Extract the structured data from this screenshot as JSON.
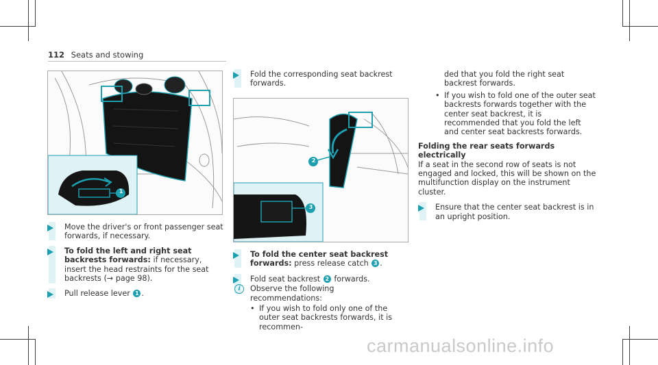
{
  "header": {
    "page_number": "112",
    "title": "Seats and stowing"
  },
  "watermark": "carmanualsonline.info",
  "figures": {
    "fig1_callouts": [
      "1"
    ],
    "fig2_callouts": [
      "2",
      "3"
    ]
  },
  "column1": {
    "step1": "Move the driver's or front passenger seat forwards, if necessary.",
    "step2_bold": "To fold the left and right seat backrests forwards:",
    "step2_text": " if necessary, insert the head restraints for the seat backrests",
    "step2_ref": "(→ page 98).",
    "step3_text": "Pull release lever ",
    "step3_badge": "1",
    "step3_end": "."
  },
  "column2": {
    "step1": "Fold the corresponding seat backrest forwards.",
    "step2_bold": "To fold the center seat backrest forwards:",
    "step2_text": " press release catch ",
    "step2_badge": "3",
    "step2_end": ".",
    "step3_text": "Fold seat backrest ",
    "step3_badge": "2",
    "step3_end": " forwards.",
    "note_icon": "i",
    "note_text": "Observe the following recommendations:",
    "bullet1": "If you wish to fold only one of the outer seat backrests forwards, it is recommen-"
  },
  "column3": {
    "continued": "ded that you fold the right seat backrest forwards.",
    "bullet2": "If you wish to fold one of the outer seat backrests forwards together with the center seat backrest, it is recommended that you fold the left and center seat backrests forwards.",
    "heading": "Folding the rear seats forwards electrically",
    "paragraph": "If a seat in the second row of seats is not engaged and locked, this will be shown on the multifunction display on the instrument cluster.",
    "step1": "Ensure that the center seat backrest is in an upright position."
  },
  "colors": {
    "accent": "#1d9fb0",
    "highlight": "#dff3f6"
  }
}
